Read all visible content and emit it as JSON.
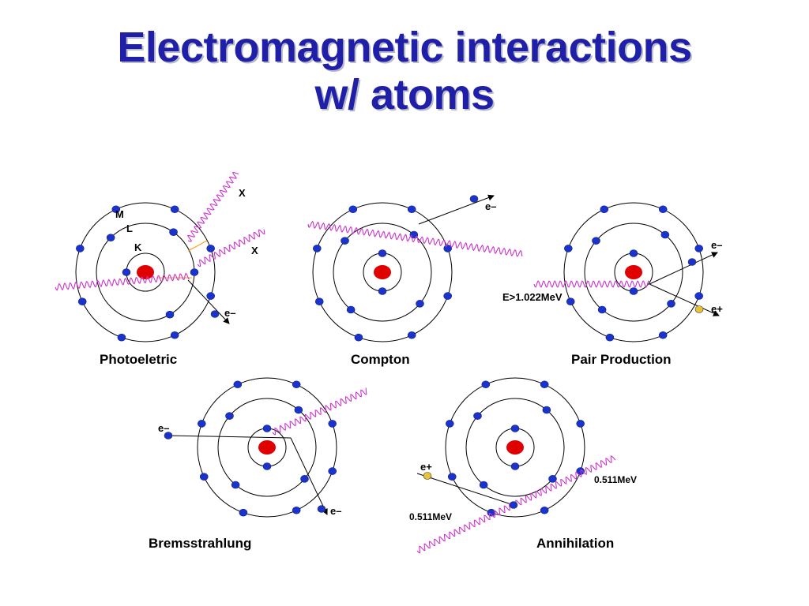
{
  "title": {
    "line1": "Electromagnetic interactions",
    "line2": "w/ atoms"
  },
  "diagrams": {
    "photoelectric": {
      "caption": "Photoeletric",
      "shell_labels": [
        "M",
        "L",
        "K"
      ],
      "xray_labels": [
        "X",
        "X"
      ],
      "electron_label": "e–"
    },
    "compton": {
      "caption": "Compton",
      "electron_label": "e–"
    },
    "pair_production": {
      "caption": "Pair Production",
      "energy_label": "E>1.022MeV",
      "electron_label": "e–",
      "positron_label": "e+"
    },
    "bremsstrahlung": {
      "caption": "Bremsstrahlung",
      "incoming_label": "e–",
      "outgoing_label": "e–"
    },
    "annihilation": {
      "caption": "Annihilation",
      "positron_label": "e+",
      "photon_label_1": "0.511MeV",
      "photon_label_2": "0.511MeV"
    }
  },
  "colors": {
    "title": "#1f1fa8",
    "nucleus": "#e00000",
    "electron": "#1a33cc",
    "photon": "#cc33cc",
    "positron": "#e8c23a",
    "ejection": "#ff9900"
  },
  "icons": {
    "nucleus": "red-nucleus-dot",
    "electron": "blue-electron-dot",
    "photon": "wavy-photon-line",
    "positron": "yellow-positron-dot"
  }
}
